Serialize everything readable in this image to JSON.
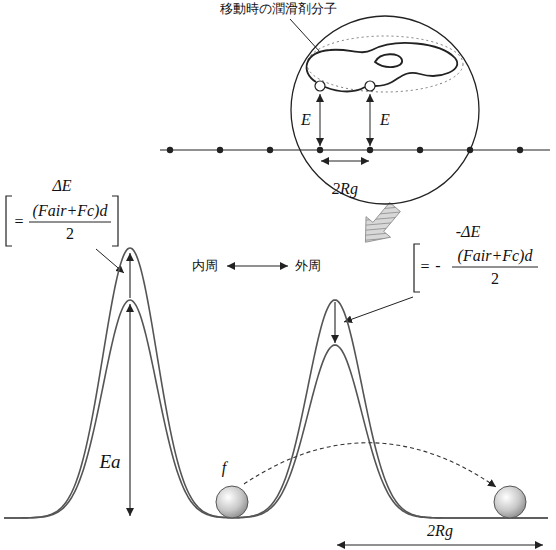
{
  "diagram": {
    "nodes": [
      {
        "text": [
          "E",
          "E",
          "2Rg"
        ]
      }
    ],
    "labels": [
      "移動時の潤滑剤分子",
      "ΔE",
      "=",
      "(Fair+Fc)d",
      "2",
      "内周",
      "外周",
      "-ΔE",
      "=",
      "-",
      "(Fair+Fc)d",
      "2",
      "f",
      "Ea",
      "2Rg"
    ]
  }
}
